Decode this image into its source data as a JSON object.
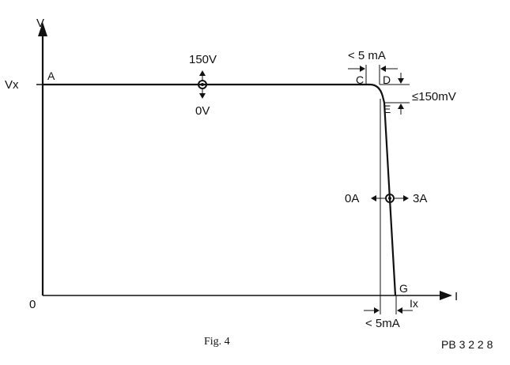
{
  "axes": {
    "y_label": "V",
    "x_label": "I",
    "origin": "0",
    "vx_label": "Vx"
  },
  "points": {
    "a": "A",
    "c": "C",
    "d": "D",
    "e": "E",
    "g": "G"
  },
  "voltage_control": {
    "top": "150V",
    "bottom": "0V"
  },
  "current_control": {
    "left": "0A",
    "right": "3A"
  },
  "annotations": {
    "knee_current": "< 5 mA",
    "knee_voltage": "≤150mV",
    "leak_current": "< 5mA",
    "ix": "Ix"
  },
  "caption": "Fig. 4",
  "reference": "PB 3 2 2 8"
}
